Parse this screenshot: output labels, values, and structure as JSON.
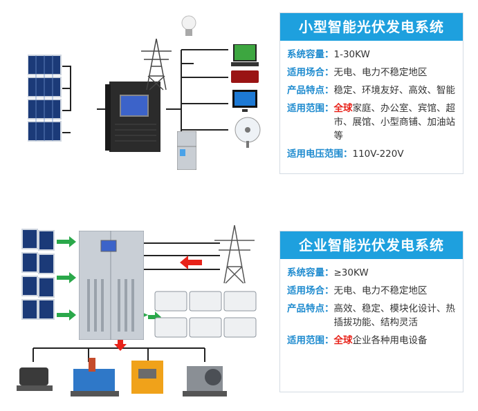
{
  "system_small": {
    "title": "小型智能光伏发电系统",
    "rows": [
      {
        "label": "系统容量：",
        "value": "1-30KW"
      },
      {
        "label": "适用场合：",
        "value": "无电、电力不稳定地区"
      },
      {
        "label": "产品特点：",
        "value": "稳定、环境友好、高效、智能"
      },
      {
        "label": "适用范围：",
        "highlight": "全球",
        "value": "家庭、办公室、宾馆、超市、展馆、小型商铺、加油站等"
      },
      {
        "label": "适用电压范围：",
        "value": "110V-220V"
      }
    ]
  },
  "system_enterprise": {
    "title": "企业智能光伏发电系统",
    "rows": [
      {
        "label": "系统容量：",
        "value": "≥30KW"
      },
      {
        "label": "适用场合：",
        "value": "无电、电力不稳定地区"
      },
      {
        "label": "产品特点：",
        "value": "高效、稳定、模块化设计、热插拔功能、结构灵活"
      },
      {
        "label": "适用范围：",
        "highlight": "全球",
        "value": "企业各种用电设备"
      }
    ]
  },
  "colors": {
    "header": "#1ea0de",
    "label": "#1e8bcf",
    "highlight": "#e8231a",
    "arrow_green": "#2aa84a",
    "arrow_red": "#e8231a"
  }
}
